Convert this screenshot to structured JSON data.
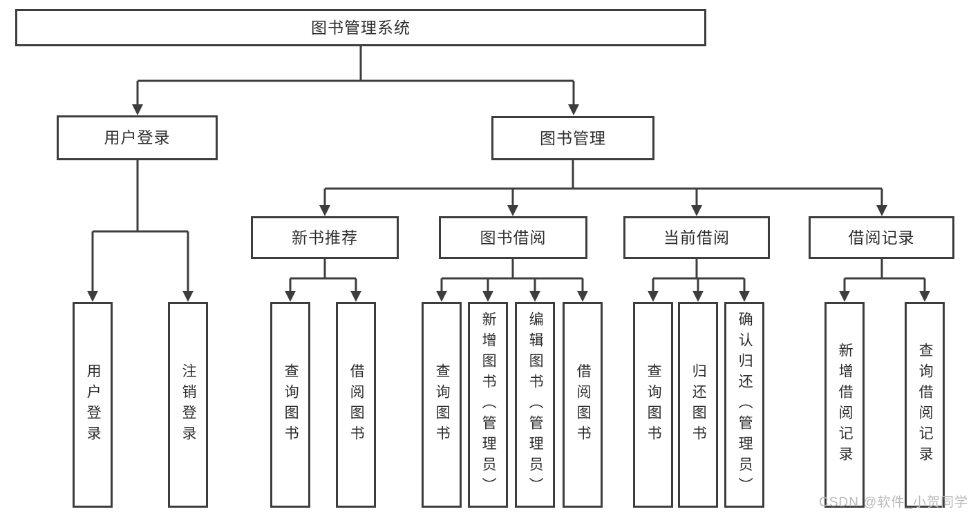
{
  "diagram": {
    "title_node": {
      "label": "图书管理系统"
    },
    "level2": [
      {
        "label": "用户登录"
      },
      {
        "label": "图书管理"
      }
    ],
    "level3": [
      {
        "label": "新书推荐",
        "parent": "图书管理"
      },
      {
        "label": "图书借阅",
        "parent": "图书管理"
      },
      {
        "label": "当前借阅",
        "parent": "图书管理"
      },
      {
        "label": "借阅记录",
        "parent": "图书管理"
      }
    ],
    "leaves": [
      {
        "label": "用户登录",
        "parent": "用户登录"
      },
      {
        "label": "注销登录",
        "parent": "用户登录"
      },
      {
        "label": "查询图书",
        "parent": "新书推荐"
      },
      {
        "label": "借阅图书",
        "parent": "新书推荐"
      },
      {
        "label": "查询图书",
        "parent": "图书借阅"
      },
      {
        "label": "新增图书（管理员）",
        "parent": "图书借阅"
      },
      {
        "label": "编辑图书（管理员）",
        "parent": "图书借阅"
      },
      {
        "label": "借阅图书",
        "parent": "图书借阅"
      },
      {
        "label": "查询图书",
        "parent": "当前借阅"
      },
      {
        "label": "归还图书",
        "parent": "当前借阅"
      },
      {
        "label": "确认归还（管理员）",
        "parent": "当前借阅"
      },
      {
        "label": "新增借阅记录",
        "parent": "借阅记录"
      },
      {
        "label": "查询借阅记录",
        "parent": "借阅记录"
      }
    ],
    "line_color": "#3d3d3d",
    "box_fill": "#ffffff"
  },
  "watermark": "CSDN @软件_小贺同学"
}
